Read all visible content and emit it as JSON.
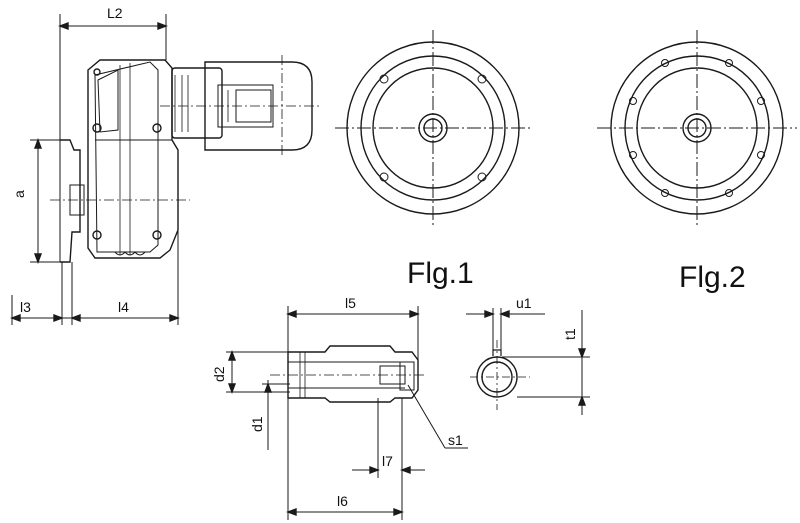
{
  "figure": {
    "labels": {
      "L2": "L2",
      "a": "a",
      "l3": "l3",
      "l4": "l4",
      "l5": "l5",
      "u1": "u1",
      "t1": "t1",
      "d2": "d2",
      "d1": "d1",
      "s1": "s1",
      "l7": "l7",
      "l6": "l6"
    },
    "captions": {
      "fig1": "Flg.1",
      "fig2": "Flg.2"
    }
  }
}
